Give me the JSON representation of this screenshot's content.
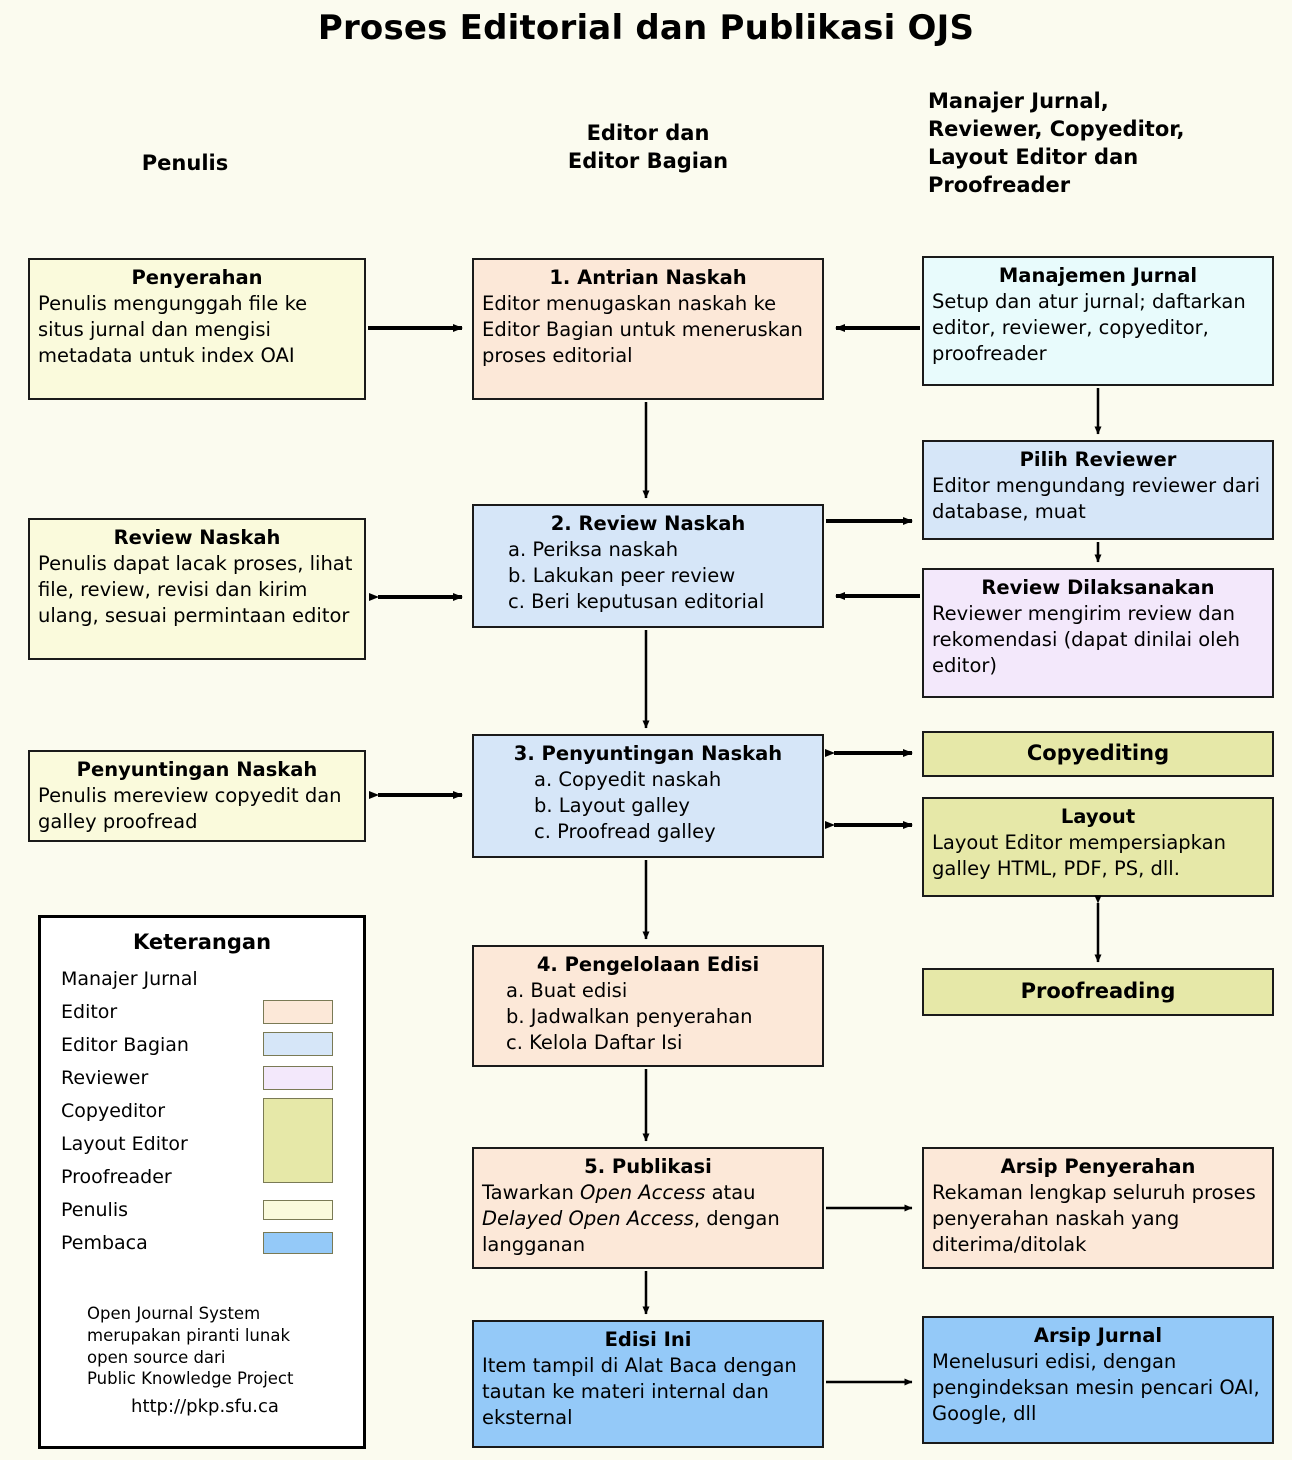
{
  "title": "Proses Editorial dan Publikasi OJS",
  "columns": {
    "author": "Penulis",
    "editor": "Editor dan\nEditor Bagian",
    "others": "Manajer Jurnal,\nReviewer, Copyeditor,\nLayout Editor dan\nProofreader"
  },
  "palette": {
    "background": "#FBFBEF",
    "author_cream": "#FAFADC",
    "editor_peach": "#FCE8D8",
    "section_editor_blue": "#D6E6F8",
    "manager_cyan": "#E8FBFC",
    "reviewer_lavender": "#F3E8FB",
    "staff_khaki": "#E6E8A8",
    "reader_blue": "#94C9F8",
    "border": "#1a1a1a"
  },
  "boxes": {
    "penyerahan": {
      "title": "Penyerahan",
      "body": "Penulis mengunggah file ke situs jurnal dan mengisi metadata untuk index OAI"
    },
    "antrian": {
      "title": "1. Antrian Naskah",
      "body": "Editor menugaskan naskah ke Editor Bagian untuk meneruskan proses editorial"
    },
    "manajemen": {
      "title": "Manajemen Jurnal",
      "body": "Setup dan atur jurnal; daftarkan editor, reviewer, copyeditor, proofreader"
    },
    "pilih_reviewer": {
      "title": "Pilih Reviewer",
      "body": "Editor mengundang reviewer dari database, muat"
    },
    "review_naskah_penulis": {
      "title": "Review Naskah",
      "body": "Penulis dapat lacak proses, lihat file, review, revisi dan kirim ulang, sesuai permintaan editor"
    },
    "review_naskah": {
      "title": "2. Review Naskah",
      "items": [
        "a. Periksa naskah",
        "b. Lakukan peer review",
        "c. Beri keputusan editorial"
      ]
    },
    "review_dilaksanakan": {
      "title": "Review Dilaksanakan",
      "body": "Reviewer mengirim review dan rekomendasi (dapat dinilai oleh editor)"
    },
    "penyuntingan_penulis": {
      "title": "Penyuntingan Naskah",
      "body": "Penulis mereview copyedit dan galley proofread"
    },
    "penyuntingan": {
      "title": "3. Penyuntingan Naskah",
      "items": [
        "a. Copyedit naskah",
        "b. Layout galley",
        "c. Proofread galley"
      ]
    },
    "copyediting": {
      "title": "Copyediting"
    },
    "layout": {
      "title": "Layout",
      "body": "Layout Editor mempersiapkan galley HTML, PDF, PS, dll."
    },
    "proofreading": {
      "title": "Proofreading"
    },
    "pengelolaan": {
      "title": "4. Pengelolaan Edisi",
      "items": [
        "a. Buat edisi",
        "b. Jadwalkan penyerahan",
        "c. Kelola Daftar Isi"
      ]
    },
    "publikasi": {
      "title": "5. Publikasi",
      "body_prefix": "Tawarkan ",
      "body_em1": "Open Access",
      "body_mid": " atau ",
      "body_em2": "Delayed Open Access",
      "body_suffix": ", dengan langganan"
    },
    "arsip_penyerahan": {
      "title": "Arsip Penyerahan",
      "body": "Rekaman lengkap seluruh proses penyerahan naskah yang diterima/ditolak"
    },
    "edisi_ini": {
      "title": "Edisi Ini",
      "body": "Item tampil di Alat Baca dengan tautan ke materi internal dan eksternal"
    },
    "arsip_jurnal": {
      "title": "Arsip Jurnal",
      "body": "Menelusuri edisi, dengan pengindeksan mesin pencari OAI, Google, dll"
    }
  },
  "legend": {
    "title": "Keterangan",
    "rows": [
      {
        "label": "Manajer Jurnal",
        "color": "#E8FBFC"
      },
      {
        "label": "Editor",
        "color": "#FCE8D8"
      },
      {
        "label": "Editor Bagian",
        "color": "#D6E6F8"
      },
      {
        "label": "Reviewer",
        "color": "#F3E8FB"
      },
      {
        "label": "Copyeditor",
        "color": "#E6E8A8"
      },
      {
        "label": "Layout Editor",
        "color": "#E6E8A8"
      },
      {
        "label": "Proofreader",
        "color": "#E6E8A8"
      },
      {
        "label": "Penulis",
        "color": "#FAFADC"
      },
      {
        "label": "Pembaca",
        "color": "#94C9F8"
      }
    ],
    "note": "Open Journal System\nmerupakan piranti lunak\nopen source dari\nPublic Knowledge Project",
    "url": "http://pkp.sfu.ca"
  }
}
